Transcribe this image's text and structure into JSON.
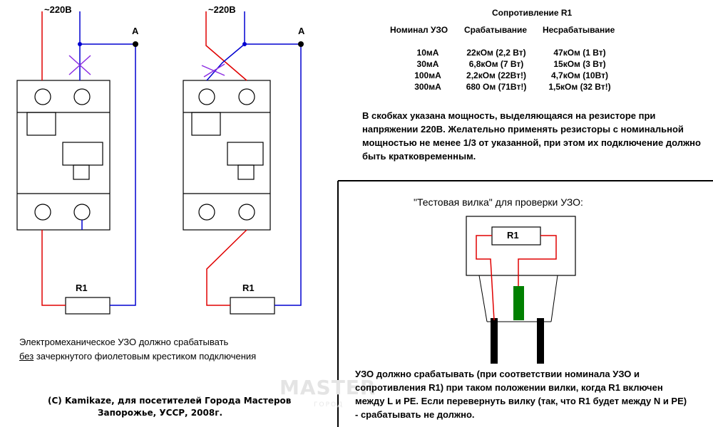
{
  "diagram_labels": {
    "voltage_left": "~220В",
    "voltage_right": "~220В",
    "point_a_left": "A",
    "point_a_right": "A",
    "resistor_left": "R1",
    "resistor_right": "R1",
    "resistor_plug": "R1"
  },
  "table": {
    "title": "Сопротивление R1",
    "headers": [
      "Номинал УЗО",
      "Срабатывание",
      "Несрабатывание"
    ],
    "rows": [
      [
        "10мА",
        "22кОм (2,2 Вт)",
        "47кОм (1 Вт)"
      ],
      [
        "30мА",
        "6,8кОм (7 Вт)",
        "15кОм (3 Вт)"
      ],
      [
        "100мА",
        "2,2кОм (22Вт!)",
        "4,7кОм (10Вт)"
      ],
      [
        "300мА",
        "680 Ом (71Вт!)",
        "1,5кОм (32 Вт!)"
      ]
    ]
  },
  "note_power": "В скобках указана мощность, выделяющаяся на резисторе при напряжении 220В. Желательно применять резисторы с номинальной мощностью не менее 1/3 от указанной, при этом их подключение должно быть кратковременным.",
  "caption_left": {
    "line1": "Электромеханическое УЗО должно срабатывать",
    "word_underlined": "без",
    "line2_rest": " зачеркнутого фиолетовым крестиком  подключения"
  },
  "plug_title": "\"Тестовая вилка\" для проверки УЗО:",
  "plug_note": "УЗО должно срабатывать (при соответствии номинала УЗО и сопротивления R1) при таком положении вилки, когда R1 включен между L и PE. Если перевернуть вилку (так, что R1 будет между N и PE) - срабатывать не должно.",
  "credits": {
    "line1": "(С) Kamikaze, для посетителей Города Мастеров",
    "line2": "Запорожье, УССР, 2008г."
  },
  "watermark": {
    "main": "MASTER",
    "sub": "ГОРОД"
  },
  "colors": {
    "phase_wire": "#e00000",
    "neutral_wire": "#0000d0",
    "cross_mark": "#8a2be2",
    "pe_pin": "#008000",
    "outline": "#000000"
  }
}
